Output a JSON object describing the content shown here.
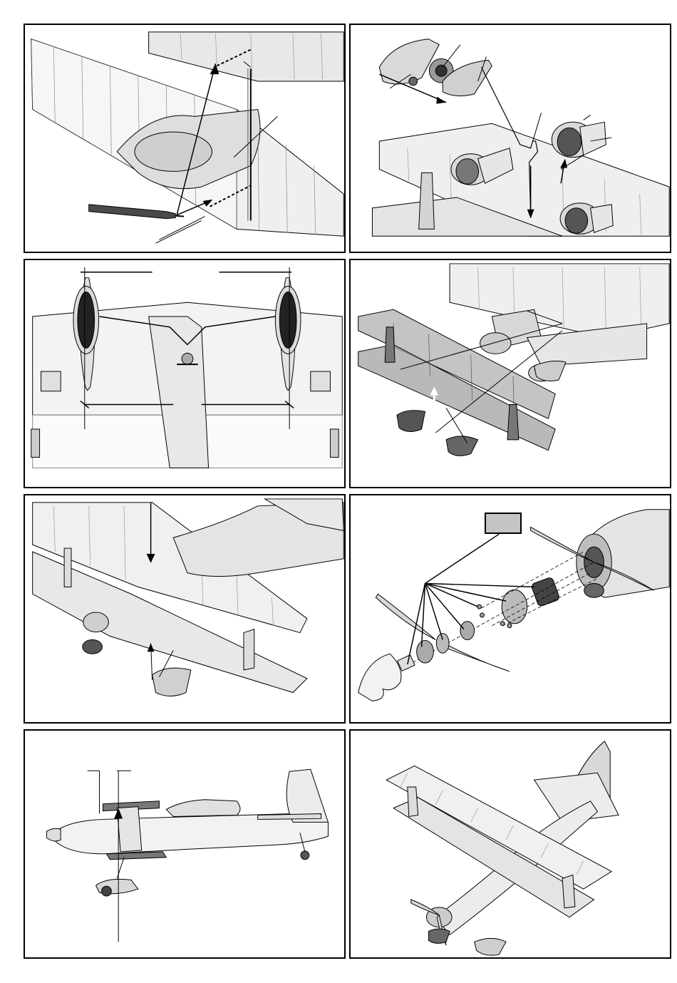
{
  "page": {
    "background": "#ffffff",
    "line_color": "#000000",
    "fill_light": "#eeeeee",
    "fill_mid": "#cfcfcf",
    "fill_dark": "#4a4a4a"
  },
  "panels": [
    {
      "id": "p1",
      "subject": "wing-strut-installation"
    },
    {
      "id": "p2",
      "subject": "wheel-pants-and-pushrod"
    },
    {
      "id": "p3",
      "subject": "landing-gear-top-view"
    },
    {
      "id": "p4",
      "subject": "fuselage-wing-assembly"
    },
    {
      "id": "p5",
      "subject": "wing-screw-and-wheel-pant"
    },
    {
      "id": "p6",
      "subject": "motor-propeller-exploded"
    },
    {
      "id": "p7",
      "subject": "side-view"
    },
    {
      "id": "p8",
      "subject": "finished-biplane"
    }
  ],
  "callout_box": {
    "text": ""
  }
}
